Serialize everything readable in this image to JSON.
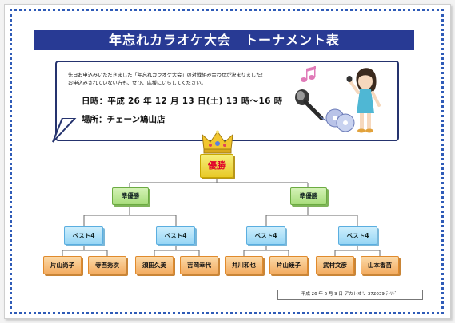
{
  "title": "年忘れカラオケ大会　トーナメント表",
  "info": {
    "line1": "先日お申込みいただきました「年忘れカラオケ大会」の対戦組み合わせが決まりました！",
    "line2": "お申込みされていない方も、ぜひ、応援にいらしてください。",
    "date": "日時：平成 26 年 12 月 13 日(土) 13 時～16 時",
    "place": "場所：チェーン鳩山店"
  },
  "bracket": {
    "winner": "優勝",
    "runner_up": [
      "準優勝",
      "準優勝"
    ],
    "best4": [
      "ベスト4",
      "ベスト4",
      "ベスト4",
      "ベスト4"
    ],
    "players": [
      "片山尚子",
      "寺西秀次",
      "須田久美",
      "吉岡幸代",
      "井川和也",
      "片山綾子",
      "武村文彦",
      "山本香苗"
    ]
  },
  "footer": "平成 26 年 6 月 9 日 アカトオリ 372039 ﾃｬﾘﾄﾞｰ",
  "colors": {
    "title_bg": "#283a94",
    "frame": "#2f5bb7",
    "winner_text": "#e0002a",
    "green_box": "#b8e592",
    "blue_box": "#a9ddf7",
    "orange_box": "#f5b86f"
  }
}
